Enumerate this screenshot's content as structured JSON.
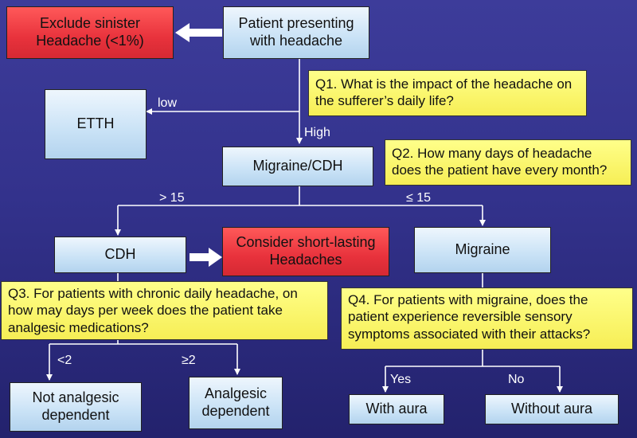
{
  "nodes": {
    "exclude": "Exclude sinister Headache (<1%)",
    "patient": "Patient presenting with headache",
    "etth": "ETTH",
    "migraine_cdh": "Migraine/CDH",
    "cdh": "CDH",
    "short_lasting": "Consider short-lasting Headaches",
    "migraine": "Migraine",
    "not_analgesic": "Not analgesic dependent",
    "analgesic": "Analgesic dependent",
    "with_aura": "With aura",
    "without_aura": "Without aura"
  },
  "questions": {
    "q1": "Q1. What is the impact of the headache on the sufferer’s daily life?",
    "q2": "Q2. How many days of headache does the patient have every month?",
    "q3": "Q3. For patients with chronic daily headache, on how may days per week does the patient take analgesic medications?",
    "q4": "Q4. For patients with migraine, does the patient experience reversible sensory symptoms associated with their attacks?"
  },
  "edge_labels": {
    "low": "low",
    "high": "High",
    "gt15": "> 15",
    "le15": "≤ 15",
    "lt2": "<2",
    "ge2": "≥2",
    "yes": "Yes",
    "no": "No"
  },
  "colors": {
    "background": "#33328c",
    "decision_box": "#c9e2f6",
    "alert_box": "#e8323c",
    "question_box": "#f6ee55",
    "lines": "#ffffff"
  }
}
